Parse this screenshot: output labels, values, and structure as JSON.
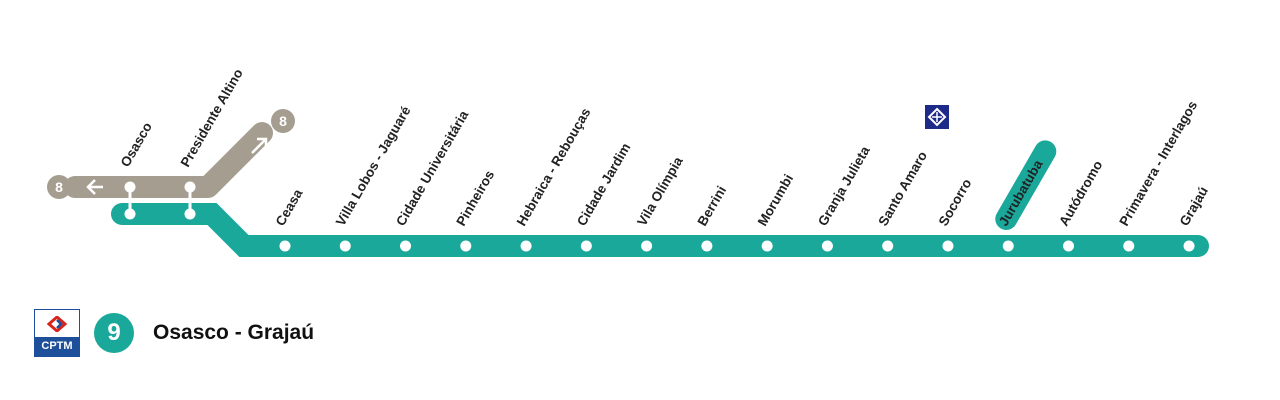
{
  "line": {
    "number": "9",
    "name": "Osasco - Grajaú",
    "operator": "CPTM",
    "color": "#1aa89a"
  },
  "connecting_line": {
    "number": "8",
    "color": "#a59d8f"
  },
  "branch_stations": [
    "Osasco",
    "Presidente Altino"
  ],
  "main_stations": [
    "Ceasa",
    "Villa Lobos - Jaguaré",
    "Cidade Universitária",
    "Pinheiros",
    "Hebraica - Rebouças",
    "Cidade Jardim",
    "Vila Olímpia",
    "Berrini",
    "Morumbi",
    "Granja Julieta",
    "Santo Amaro",
    "Socorro",
    "Jurubatuba",
    "Autódromo",
    "Primavera - Interlagos",
    "Grajaú"
  ],
  "highlighted_station": "Jurubatuba",
  "metro_transfer_station": "Santo Amaro"
}
